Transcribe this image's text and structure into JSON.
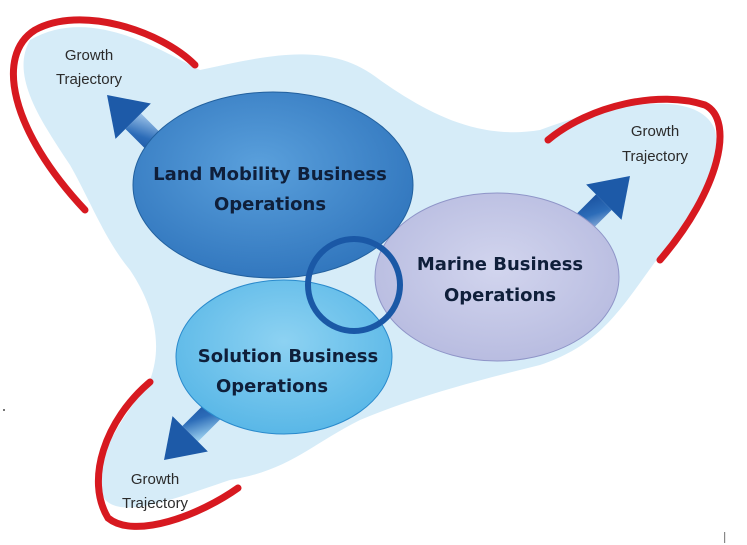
{
  "diagram": {
    "ellipses": {
      "land": {
        "line1": "Land Mobility Business",
        "line2": "Operations"
      },
      "marine": {
        "line1": "Marine Business",
        "line2": "Operations"
      },
      "solution": {
        "line1": "Solution Business",
        "line2": "Operations"
      }
    },
    "growth": {
      "top_left": {
        "line1": "Growth",
        "line2": "Trajectory"
      },
      "top_right": {
        "line1": "Growth",
        "line2": "Trajectory"
      },
      "bottom_left": {
        "line1": "Growth",
        "line2": "Trajectory"
      }
    }
  },
  "colors": {
    "background_blob": "#d6ecf8",
    "land_ellipse": "#3f86c8",
    "marine_ellipse": "#c4c8e6",
    "solution_ellipse": "#6fc3ec",
    "arrow": "#1d5aa8",
    "red_arc": "#d71920",
    "ring": "#1a58a6"
  }
}
